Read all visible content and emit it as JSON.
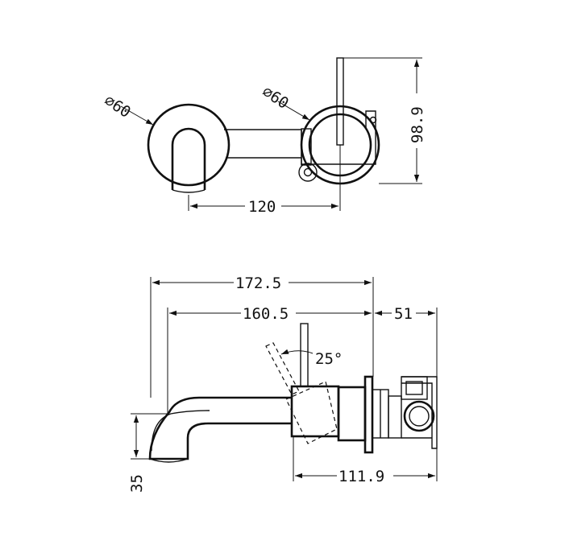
{
  "dimensions": {
    "top_left_diameter": "⌀60",
    "top_right_diameter": "⌀60",
    "top_width": "120",
    "top_height": "98.9",
    "side_overall": "172.5",
    "side_spout": "160.5",
    "side_body_depth": "51",
    "side_angle": "25°",
    "side_spout_drop": "35",
    "side_body_width": "111.9"
  }
}
